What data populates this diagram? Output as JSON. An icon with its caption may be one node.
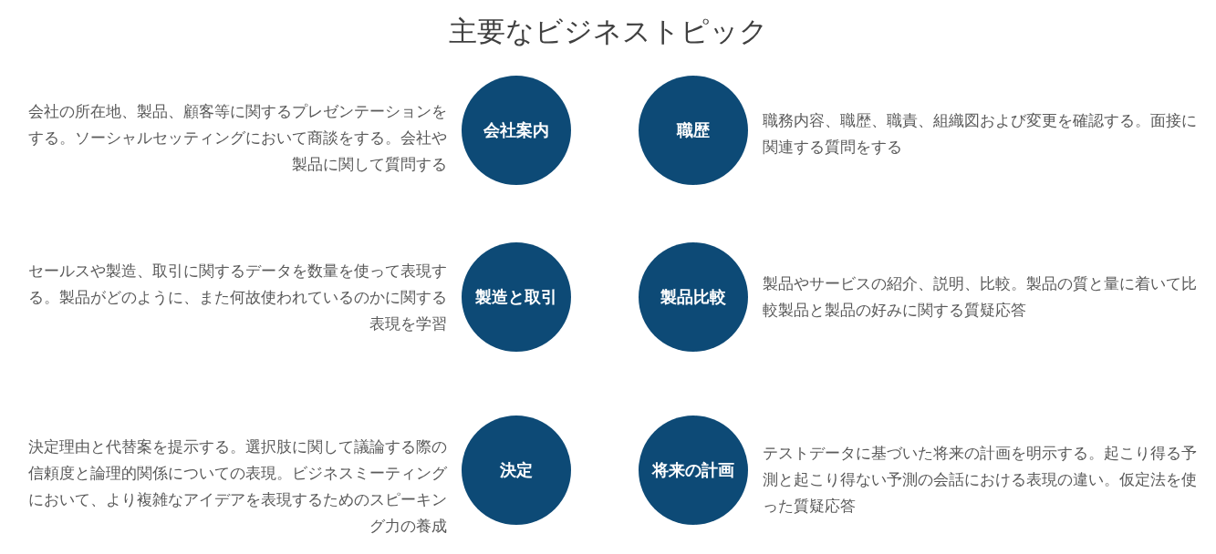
{
  "diagram": {
    "title": "主要なビジネストピック",
    "nodes": [
      {
        "text": [
          "会社案内"
        ],
        "beside": [
          "会社の所在地、製品、顧客等に関するプレゼンテーションをする。ソーシャルセッティングにおいて商談をする。会社や製品に関して質問する"
        ]
      },
      {
        "text": [
          "職歴"
        ],
        "beside": [
          "職務内容、職歴、職責、組織図および変更を確認する。面接に関連する質問をする"
        ]
      },
      {
        "text": [
          "製造と取引"
        ],
        "beside": [
          "セールスや製造、取引に関するデータを数量を使って表現する。製品がどのように、また何故使われているのかに関する表現を学習"
        ]
      },
      {
        "text": [
          "製品比較"
        ],
        "beside": [
          "製品やサービスの紹介、説明、比較。製品の質と量に着いて比較製品と製品の好みに関する質疑応答"
        ]
      },
      {
        "text": [
          "決定"
        ],
        "beside": [
          "決定理由と代替案を提示する。選択肢に関して議論する際の信頼度と論理的関係についての表現。ビジネスミーティングにおいて、より複雑なアイデアを表現するためのスピーキング力の養成"
        ]
      },
      {
        "text": [
          "将来の計画"
        ],
        "beside": [
          "テストデータに基づいた将来の計画を明示する。起こり得る予測と起こり得ない予測の会話における表現の違い。仮定法を使った質疑応答"
        ]
      }
    ]
  }
}
